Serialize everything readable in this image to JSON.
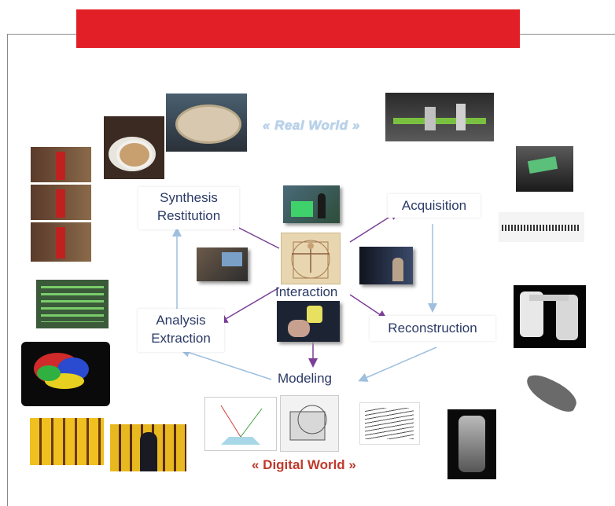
{
  "labels": {
    "real_world": "« Real World »",
    "digital_world": "« Digital World »",
    "synthesis": "Synthesis",
    "restitution": "Restitution",
    "acquisition": "Acquisition",
    "analysis": "Analysis",
    "extraction": "Extraction",
    "reconstruction": "Reconstruction",
    "interaction": "Interaction",
    "modeling": "Modeling"
  },
  "colors": {
    "banner": "#e21f26",
    "node_text": "#2b3a66",
    "purple_arrow": "#7b3f98",
    "blue_arrow": "#9fbfdf",
    "digital_world_text": "#c0392b",
    "real_world_text": "#b8d2ea"
  }
}
